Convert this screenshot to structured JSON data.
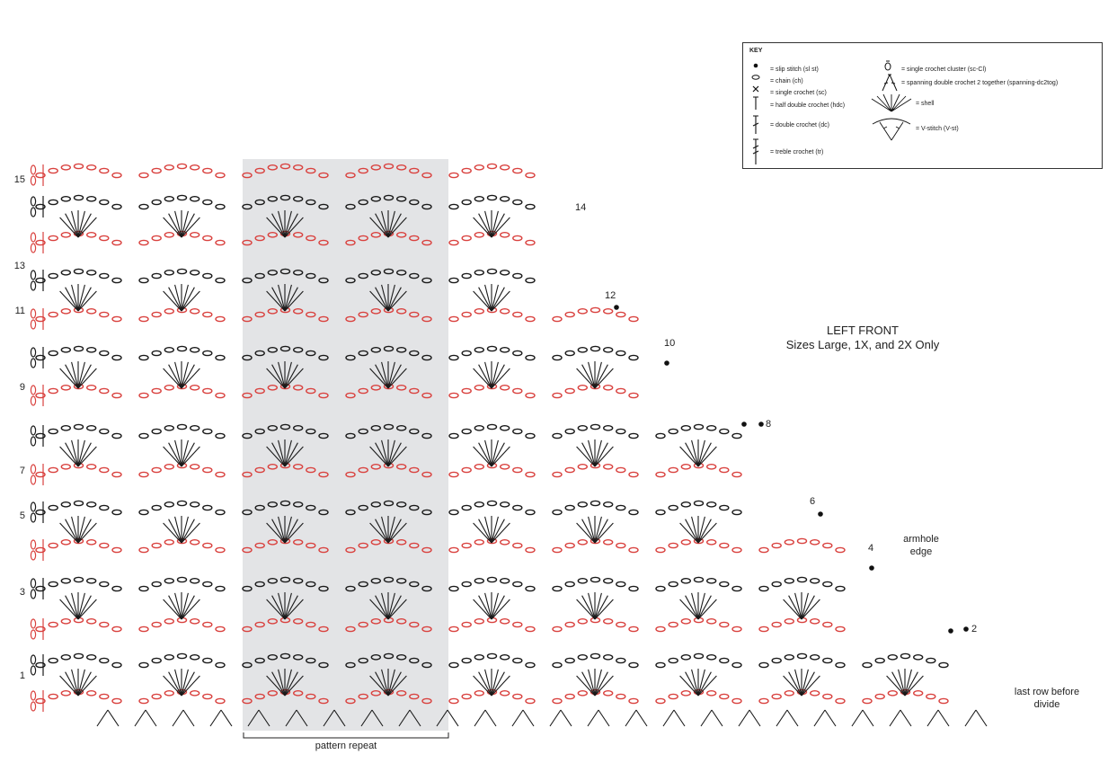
{
  "key": {
    "title": "KEY",
    "items_left": [
      {
        "icon": "slip-stitch-icon",
        "label": "= slip stitch (sl st)"
      },
      {
        "icon": "chain-icon",
        "label": "= chain (ch)"
      },
      {
        "icon": "single-crochet-icon",
        "label": "= single crochet (sc)"
      },
      {
        "icon": "half-double-crochet-icon",
        "label": "= half double crochet (hdc)"
      },
      {
        "icon": "double-crochet-icon",
        "label": "= double crochet (dc)"
      },
      {
        "icon": "treble-crochet-icon",
        "label": "= treble crochet (tr)"
      }
    ],
    "items_right": [
      {
        "icon": "single-crochet-cluster-icon",
        "label": "= single crochet cluster (sc-Cl)"
      },
      {
        "icon": "spanning-dc2tog-icon",
        "label": "= spanning double crochet 2 together (spanning-dc2tog)"
      },
      {
        "icon": "shell-icon",
        "label": "= shell"
      },
      {
        "icon": "v-stitch-icon",
        "label": "= V-stitch (V-st)"
      }
    ]
  },
  "title": {
    "line1": "LEFT FRONT",
    "line2": "Sizes Large, 1X, and 2X Only"
  },
  "armhole_label": {
    "line1": "armhole",
    "line2": "edge"
  },
  "last_row_label": {
    "line1": "last row before",
    "line2": "divide"
  },
  "pattern_repeat_label": "pattern repeat",
  "row_numbers_left": [
    "15",
    "13",
    "11",
    "9",
    "7",
    "5",
    "3",
    "1"
  ],
  "row_numbers_right": [
    "14",
    "12",
    "10",
    "8",
    "6",
    "4",
    "2"
  ],
  "colors": {
    "odd_rows": "#d9413e",
    "even_rows": "#1a1a1a",
    "repeat_shade": "#e3e4e6"
  }
}
